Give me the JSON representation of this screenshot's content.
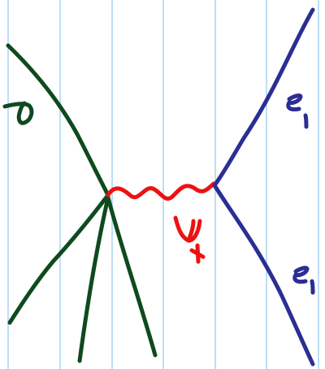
{
  "diagram": {
    "type": "handwritten-feynman-diagram",
    "colors": {
      "background": "#ffffff",
      "rule_line": "#a8d4f5",
      "proton": "#0f4a1f",
      "photon": "#ee1111",
      "electron": "#2b2e92"
    },
    "labels": {
      "proton": "p",
      "photon": "γ*",
      "electron_in": "e⁻",
      "electron_out": "e⁻"
    }
  }
}
